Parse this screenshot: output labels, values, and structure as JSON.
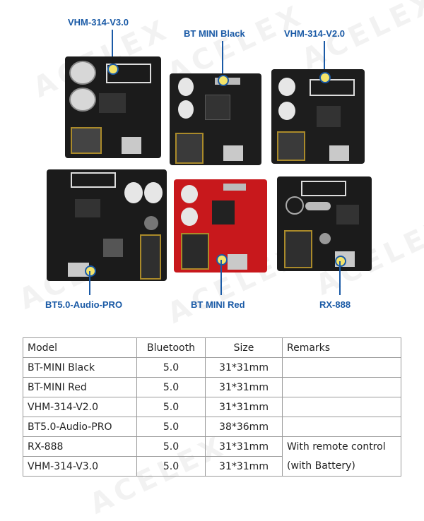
{
  "watermark": "ACELEX",
  "boards": [
    {
      "label": "VHM-314-V3.0"
    },
    {
      "label": "BT MINI Black"
    },
    {
      "label": "VHM-314-V2.0"
    },
    {
      "label": "BT5.0-Audio-PRO"
    },
    {
      "label": "BT MINI Red"
    },
    {
      "label": "RX-888"
    }
  ],
  "table": {
    "headers": [
      "Model",
      "Bluetooth",
      "Size",
      "Remarks"
    ],
    "rows": [
      {
        "model": "BT-MINI Black",
        "bt": "5.0",
        "size": "31*31mm",
        "remarks": ""
      },
      {
        "model": "BT-MINI Red",
        "bt": "5.0",
        "size": "31*31mm",
        "remarks": ""
      },
      {
        "model": "VHM-314-V2.0",
        "bt": "5.0",
        "size": "31*31mm",
        "remarks": ""
      },
      {
        "model": "BT5.0-Audio-PRO",
        "bt": "5.0",
        "size": "38*36mm",
        "remarks": ""
      },
      {
        "model": "RX-888",
        "bt": "5.0",
        "size": "31*31mm",
        "remarks": "With remote control"
      },
      {
        "model": "VHM-314-V3.0",
        "bt": "5.0",
        "size": "31*31mm",
        "remarks": "(with Battery)"
      }
    ]
  }
}
